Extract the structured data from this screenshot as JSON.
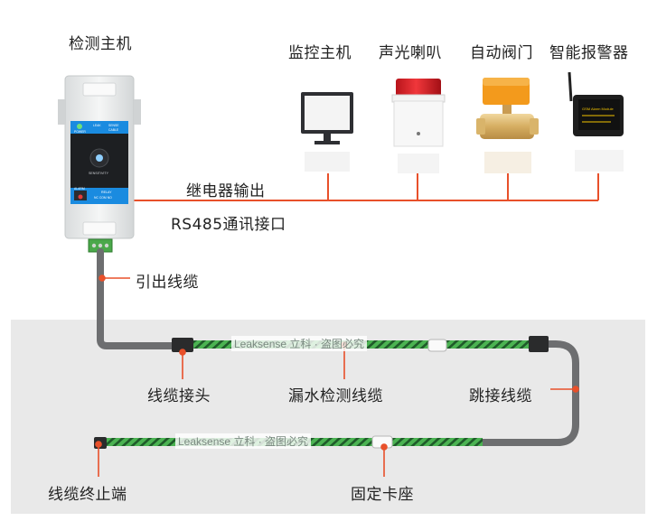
{
  "labels": {
    "host": "检测主机",
    "monitor": "监控主机",
    "horn": "声光喇叭",
    "valve": "自动阀门",
    "alarm": "智能报警器",
    "relay_output": "继电器输出",
    "rs485": "RS485通讯接口",
    "lead_cable": "引出线缆",
    "cable_connector": "线缆接头",
    "leak_cable": "漏水检测线缆",
    "jumper_cable": "跳接线缆",
    "cable_end": "线缆终止端",
    "clip_base": "固定卡座"
  },
  "watermarks": {
    "top": "Leaksense 立科 · 盗图必究",
    "bottom": "Leaksense 立科 · 盗图必究"
  },
  "device_panel": {
    "power": "POWER",
    "leak": "LEAK",
    "sense": "SENSE",
    "cable": "CABLE",
    "sensitivity": "SENSITIVITY",
    "alarm": "ALARM",
    "relay": "RELAY",
    "relay_contacts": "NC COM NO"
  },
  "alarm_screen": "GSM Alarm Module",
  "colors": {
    "cable_green": "#2f8a3c",
    "orange_line": "#e8502a",
    "panel_blue": "#1a8be0",
    "host_body": "#eceeef",
    "valve_orange": "#f39a1c",
    "area_bg": "#e9e9e9"
  }
}
